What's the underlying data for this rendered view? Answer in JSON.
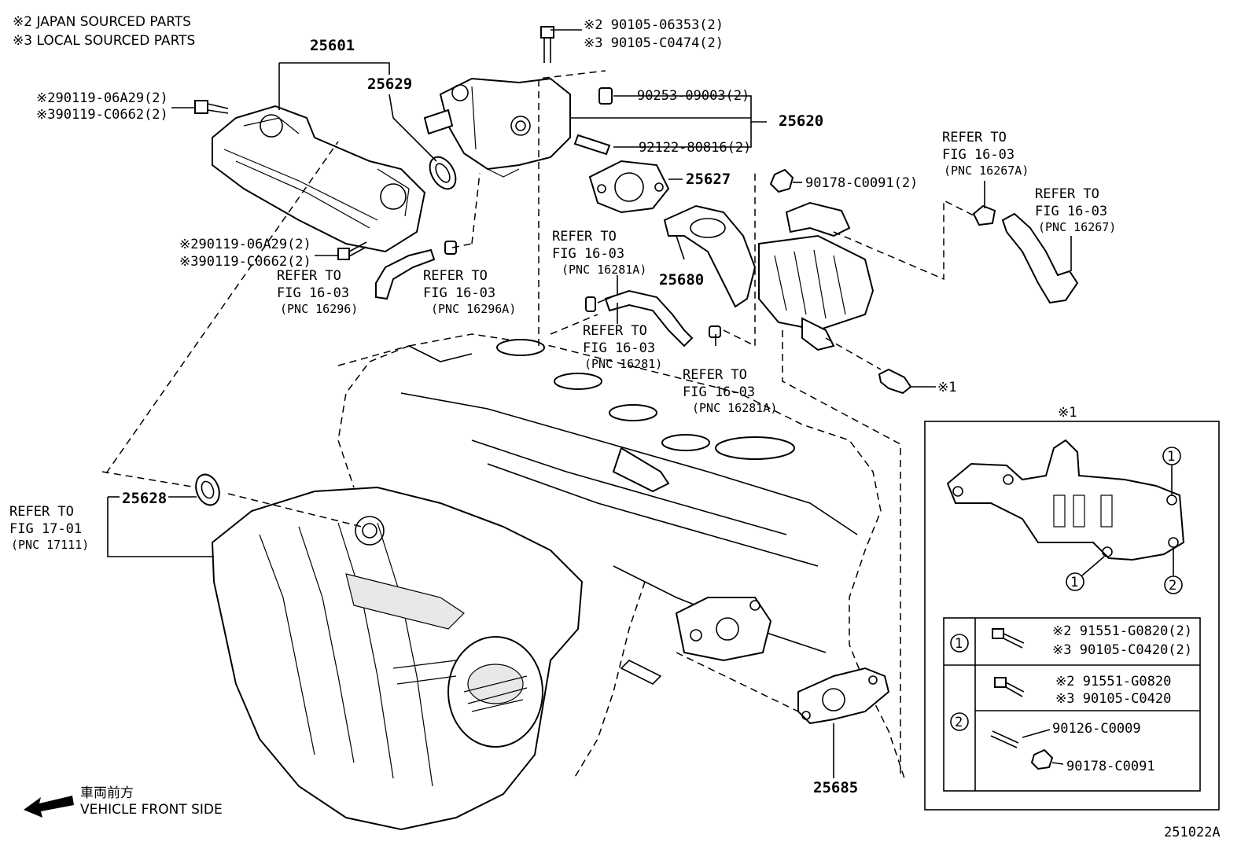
{
  "header": {
    "note_japan": "※2 JAPAN SOURCED PARTS",
    "note_local": "※3 LOCAL SOURCED PARTS"
  },
  "callouts": {
    "p25601": "25601",
    "p25629": "25629",
    "p25620": "25620",
    "p25627": "25627",
    "p25680": "25680",
    "p25628": "25628",
    "p25685": "25685",
    "bolt_top_j": "※2 90105-06353(2)",
    "bolt_top_l": "※3 90105-C0474(2)",
    "pin": "90253-09003(2)",
    "stud": "92122-80816(2)",
    "nut": "90178-C0091(2)",
    "bolt_left_top_j": "※290119-06A29(2)",
    "bolt_left_top_l": "※390119-C0662(2)",
    "bolt_left_mid_j": "※290119-06A29(2)",
    "bolt_left_mid_l": "※390119-C0662(2)",
    "mark1": "※1"
  },
  "refs": {
    "r16296_a": "REFER TO",
    "r16296_b": "FIG 16-03",
    "r16296_c": "(PNC 16296)",
    "r16296A_a": "REFER TO",
    "r16296A_b": "FIG 16-03",
    "r16296A_c": "(PNC 16296A)",
    "r16281A1_a": "REFER TO",
    "r16281A1_b": "FIG 16-03",
    "r16281A1_c": "(PNC 16281A)",
    "r16281_a": "REFER TO",
    "r16281_b": "FIG 16-03",
    "r16281_c": "(PNC 16281)",
    "r16281A2_a": "REFER TO",
    "r16281A2_b": "FIG 16-03",
    "r16281A2_c": "(PNC 16281A)",
    "r16267A_a": "REFER TO",
    "r16267A_b": "FIG 16-03",
    "r16267A_c": "(PNC 16267A)",
    "r16267_a": "REFER TO",
    "r16267_b": "FIG 16-03",
    "r16267_c": "(PNC 16267)",
    "r17111_a": "REFER TO",
    "r17111_b": "FIG 17-01",
    "r17111_c": "(PNC 17111)"
  },
  "inset": {
    "title": "※1",
    "circle1": "1",
    "circle2": "2",
    "table": {
      "row1_label": "1",
      "row1_a": "※2 91551-G0820(2)",
      "row1_b": "※3 90105-C0420(2)",
      "row2_label": "2",
      "row2_a": "※2 91551-G0820",
      "row2_b": "※3 90105-C0420",
      "row2_c": "90126-C0009",
      "row2_d": "90178-C0091"
    }
  },
  "footer": {
    "direction_jp": "車両前方",
    "direction_en": "VEHICLE FRONT SIDE",
    "figure_code": "251022A"
  }
}
